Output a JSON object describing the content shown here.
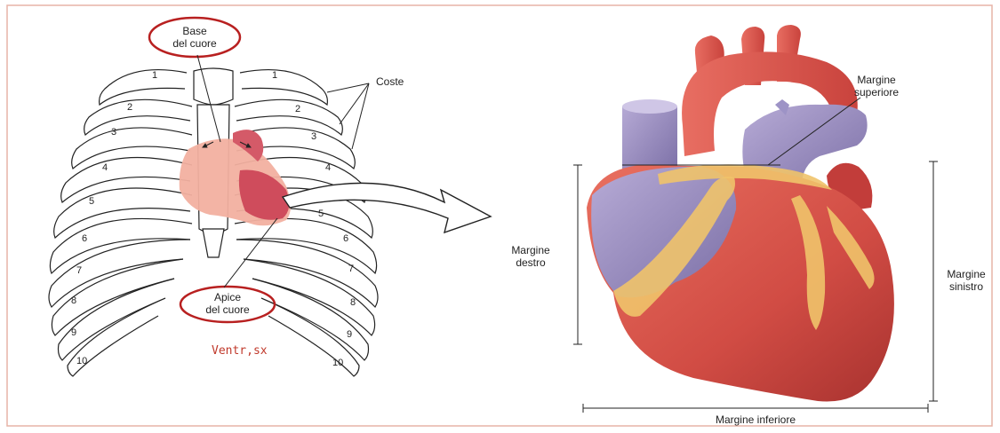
{
  "labels": {
    "base": [
      "Base",
      "del cuore"
    ],
    "apex": [
      "Apice",
      "del cuore"
    ],
    "coste": "Coste",
    "ventr": "Ventr,sx",
    "margin_superior": [
      "Margine",
      "superiore"
    ],
    "margin_right": [
      "Margine",
      "destro"
    ],
    "margin_left": [
      "Margine",
      "sinistro"
    ],
    "margin_inferior": "Margine inferiore"
  },
  "rib_numbers": [
    "1",
    "2",
    "3",
    "4",
    "5",
    "6",
    "7",
    "8",
    "9",
    "10"
  ],
  "colors": {
    "frame_border": "#e7b4a7",
    "oval": "#b82020",
    "heart_silhouette": "#f2b0a0",
    "myocardium": "#d9544b",
    "vessels_venous": "#8f83b8",
    "fat": "#f0c36a",
    "handwriting": "#c0392b"
  }
}
